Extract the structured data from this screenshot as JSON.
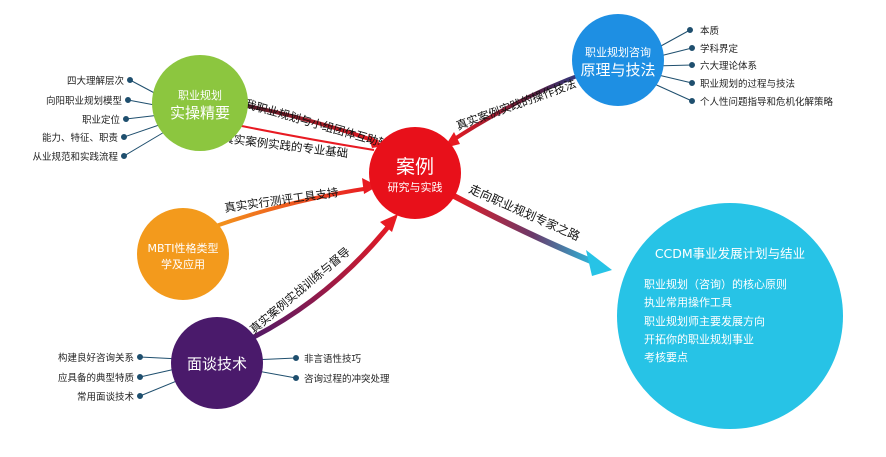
{
  "colors": {
    "green": "#8cc63f",
    "blue": "#1e8fe3",
    "red": "#e8101a",
    "orange": "#f39a1c",
    "purple": "#4a1a6b",
    "cyan": "#27c3e6",
    "arrow_dark": "#5a1e2e",
    "arrow_red": "#e81a22"
  },
  "center": {
    "title": "案例",
    "subtitle": "研究与实践"
  },
  "green_node": {
    "line1": "职业规划",
    "line2": "实操精要"
  },
  "blue_node": {
    "line1": "职业规划咨询",
    "line2": "原理与技法"
  },
  "orange_node": {
    "line1": "MBTI性格类型",
    "line2": "学及应用"
  },
  "purple_node": {
    "line1": "面谈技术"
  },
  "left_items": [
    "四大理解层次",
    "向阳职业规划模型",
    "职业定位",
    "能力、特征、职责",
    "从业规范和实践流程"
  ],
  "right_items": [
    "本质",
    "学科界定",
    "六大理论体系",
    "职业规划的过程与技法",
    "个人性问题指导和危机化解策略"
  ],
  "purple_left_items": [
    "构建良好咨询关系",
    "应具备的典型特质",
    "常用面谈技术"
  ],
  "purple_right_items": [
    "非言语性技巧",
    "咨询过程的冲突处理"
  ],
  "arrows": {
    "green_top": "自我职业规划与小组团体互助辅导",
    "green_bottom": "真实案例实践的专业基础",
    "blue": "真实案例实践的操作技法",
    "orange": "真实实行测评工具支持",
    "purple": "真实案例实战训练与督导",
    "ccdm": "走向职业规划专家之路"
  },
  "ccdm": {
    "title": "CCDM事业发展计划与结业",
    "items": [
      "职业规划（咨询）的核心原则",
      "执业常用操作工具",
      "职业规划师主要发展方向",
      "开拓你的职业规划事业",
      "考核要点"
    ]
  }
}
